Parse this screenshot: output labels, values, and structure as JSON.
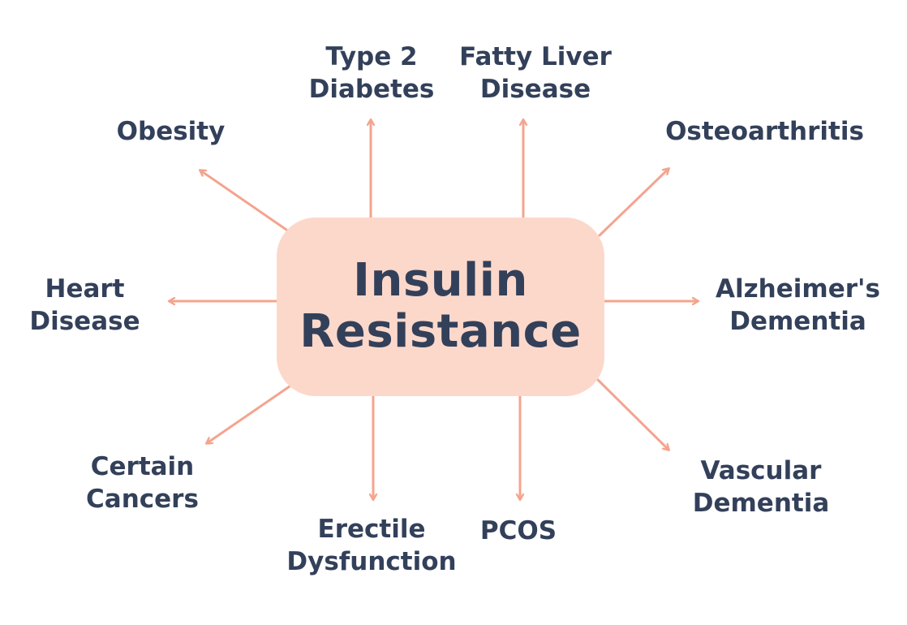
{
  "diagram": {
    "center": {
      "lines": [
        "Insulin",
        "Resistance"
      ]
    },
    "nodes": [
      {
        "id": "type-2-diabetes",
        "lines": [
          "Type 2",
          "Diabetes"
        ]
      },
      {
        "id": "fatty-liver-disease",
        "lines": [
          "Fatty Liver",
          "Disease"
        ]
      },
      {
        "id": "obesity",
        "lines": [
          "Obesity"
        ]
      },
      {
        "id": "osteoarthritis",
        "lines": [
          "Osteoarthritis"
        ]
      },
      {
        "id": "heart-disease",
        "lines": [
          "Heart",
          "Disease"
        ]
      },
      {
        "id": "alzheimers-dementia",
        "lines": [
          "Alzheimer's",
          "Dementia"
        ]
      },
      {
        "id": "certain-cancers",
        "lines": [
          "Certain",
          "Cancers"
        ]
      },
      {
        "id": "vascular-dementia",
        "lines": [
          "Vascular",
          "Dementia"
        ]
      },
      {
        "id": "erectile-dysfunction",
        "lines": [
          "Erectile",
          "Dysfunction"
        ]
      },
      {
        "id": "pcos",
        "lines": [
          "PCOS"
        ]
      }
    ],
    "colors": {
      "text": "#33405a",
      "center_fill": "#fcd8cb",
      "arrow": "#f4a48e"
    }
  }
}
